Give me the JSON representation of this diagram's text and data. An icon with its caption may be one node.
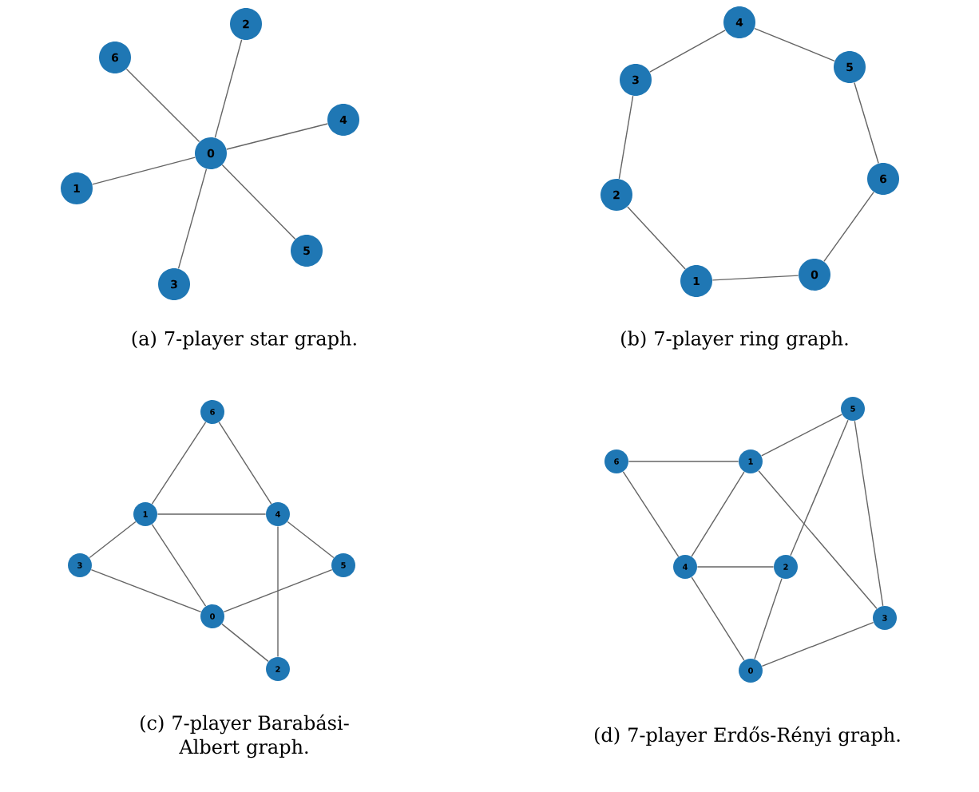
{
  "diagram": {
    "nodes": [
      {
        "text": [
          "0"
        ]
      },
      {
        "text": [
          "1"
        ]
      },
      {
        "text": [
          "2"
        ]
      },
      {
        "text": [
          "3"
        ]
      },
      {
        "text": [
          "4"
        ]
      },
      {
        "text": [
          "5"
        ]
      },
      {
        "text": [
          "6"
        ]
      },
      {
        "text": [
          "0"
        ]
      },
      {
        "text": [
          "1"
        ]
      },
      {
        "text": [
          "2"
        ]
      },
      {
        "text": [
          "3"
        ]
      },
      {
        "text": [
          "4"
        ]
      },
      {
        "text": [
          "5"
        ]
      },
      {
        "text": [
          "6"
        ]
      },
      {
        "text": [
          "0"
        ]
      },
      {
        "text": [
          "1"
        ]
      },
      {
        "text": [
          "2"
        ]
      },
      {
        "text": [
          "3"
        ]
      },
      {
        "text": [
          "4"
        ]
      },
      {
        "text": [
          "5"
        ]
      },
      {
        "text": [
          "6"
        ]
      },
      {
        "text": [
          "0"
        ]
      },
      {
        "text": [
          "1"
        ]
      },
      {
        "text": [
          "2"
        ]
      },
      {
        "text": [
          "3"
        ]
      },
      {
        "text": [
          "4"
        ]
      },
      {
        "text": [
          "5"
        ]
      },
      {
        "text": [
          "6"
        ]
      }
    ],
    "edges": [
      {
        "from": 0,
        "to": 1,
        "arrow": "none"
      },
      {
        "from": 0,
        "to": 2,
        "arrow": "none"
      },
      {
        "from": 0,
        "to": 3,
        "arrow": "none"
      },
      {
        "from": 0,
        "to": 4,
        "arrow": "none"
      },
      {
        "from": 0,
        "to": 5,
        "arrow": "none"
      },
      {
        "from": 0,
        "to": 6,
        "arrow": "none"
      },
      {
        "from": 7,
        "to": 8,
        "arrow": "none"
      },
      {
        "from": 8,
        "to": 9,
        "arrow": "none"
      },
      {
        "from": 9,
        "to": 10,
        "arrow": "none"
      },
      {
        "from": 10,
        "to": 11,
        "arrow": "none"
      },
      {
        "from": 11,
        "to": 12,
        "arrow": "none"
      },
      {
        "from": 12,
        "to": 13,
        "arrow": "none"
      },
      {
        "from": 13,
        "to": 7,
        "arrow": "none"
      },
      {
        "from": 20,
        "to": 15,
        "arrow": "none"
      },
      {
        "from": 20,
        "to": 18,
        "arrow": "none"
      },
      {
        "from": 15,
        "to": 18,
        "arrow": "none"
      },
      {
        "from": 15,
        "to": 17,
        "arrow": "none"
      },
      {
        "from": 15,
        "to": 14,
        "arrow": "none"
      },
      {
        "from": 18,
        "to": 19,
        "arrow": "none"
      },
      {
        "from": 18,
        "to": 16,
        "arrow": "none"
      },
      {
        "from": 17,
        "to": 14,
        "arrow": "none"
      },
      {
        "from": 14,
        "to": 19,
        "arrow": "none"
      },
      {
        "from": 14,
        "to": 16,
        "arrow": "none"
      },
      {
        "from": 27,
        "to": 22,
        "arrow": "none"
      },
      {
        "from": 22,
        "to": 26,
        "arrow": "none"
      },
      {
        "from": 27,
        "to": 25,
        "arrow": "none"
      },
      {
        "from": 22,
        "to": 25,
        "arrow": "none"
      },
      {
        "from": 22,
        "to": 24,
        "arrow": "none"
      },
      {
        "from": 26,
        "to": 23,
        "arrow": "none"
      },
      {
        "from": 26,
        "to": 24,
        "arrow": "none"
      },
      {
        "from": 25,
        "to": 23,
        "arrow": "none"
      },
      {
        "from": 25,
        "to": 21,
        "arrow": "none"
      },
      {
        "from": 23,
        "to": 21,
        "arrow": "none"
      },
      {
        "from": 21,
        "to": 24,
        "arrow": "none"
      }
    ],
    "labels": [
      "(a) 7-player star graph.",
      "(b) 7-player ring graph.",
      "(c) 7-player Barabási-Albert graph.",
      "(d) 7-player Erdős-Rényi graph."
    ]
  }
}
